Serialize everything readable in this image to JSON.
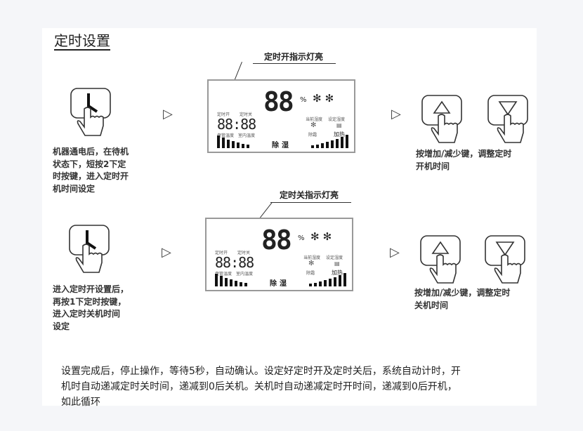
{
  "title": "定时设置",
  "row1": {
    "description": [
      "机器通电后，在待机",
      "状态下，短按2下定",
      "时按键，进入定时开",
      "机时间设定"
    ],
    "callout": "定时开指示灯亮",
    "adjust_text": [
      "按增加/减少键，调整定时",
      "开机时间"
    ]
  },
  "row2": {
    "description": [
      "进入定时开设置后，",
      "再按1下定时按键，",
      "进入定时关机时间",
      "设定"
    ],
    "callout": "定时关指示灯亮",
    "adjust_text": [
      "按增加/减少键，调整定时",
      "关机时间"
    ]
  },
  "lcd": {
    "big_digits": "88",
    "percent": "%",
    "snow": "✻✻",
    "timer_on": "定时开",
    "timer_off": "定时关",
    "clock": "88:88",
    "coil_temp": "盘管温度",
    "room_temp": "室内温度",
    "current_humidity": "当前湿度",
    "set_humidity": "设定湿度",
    "defrost_icon": "✻",
    "defrost": "除霜",
    "heat_icon": "▤",
    "heat": "加热",
    "dehumidify": "除湿"
  },
  "arrow": "▷",
  "footer": [
    "设置完成后，停止操作，等待5秒，自动确认。设定好定时开及定时关后，系统自动计时，开",
    "机时自动递减定时关时间，递减到0后关机。关机时自动递减定时开时间，递减到0后开机，",
    "如此循环"
  ]
}
